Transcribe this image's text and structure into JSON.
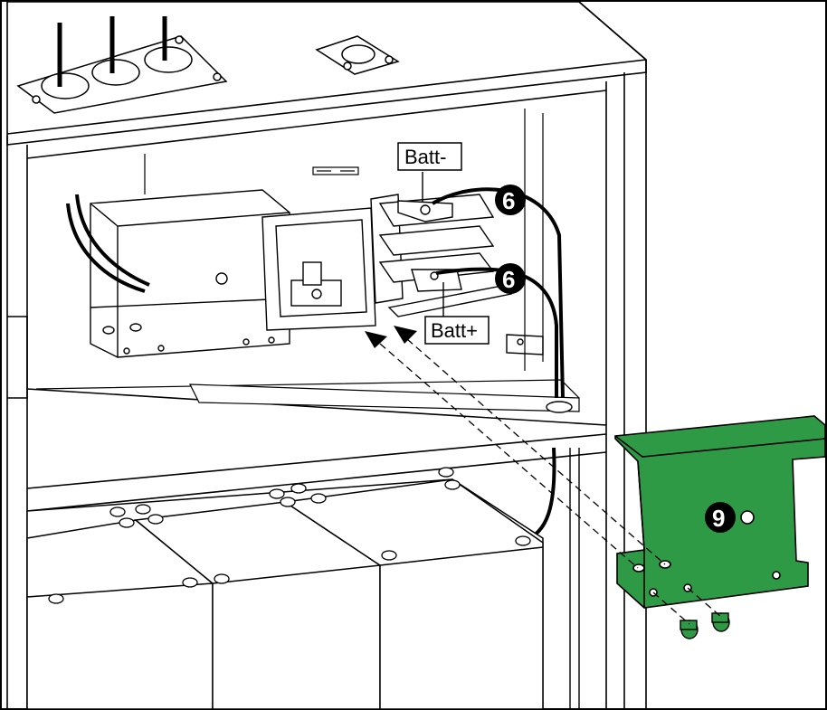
{
  "labels": {
    "batt_minus": "Batt-",
    "batt_plus": "Batt+"
  },
  "callouts": {
    "cable_top": "6",
    "cable_bottom": "6",
    "bracket": "9"
  },
  "colors": {
    "line": "#000000",
    "panel_fill": "#ffffff",
    "battery_fill": "#ffffff",
    "bracket_fill": "#2f9a45",
    "bracket_dark": "#1f7a34",
    "callout_fill": "#000000"
  },
  "icons": {
    "screw": "screw-icon",
    "bracket": "bracket-icon"
  }
}
